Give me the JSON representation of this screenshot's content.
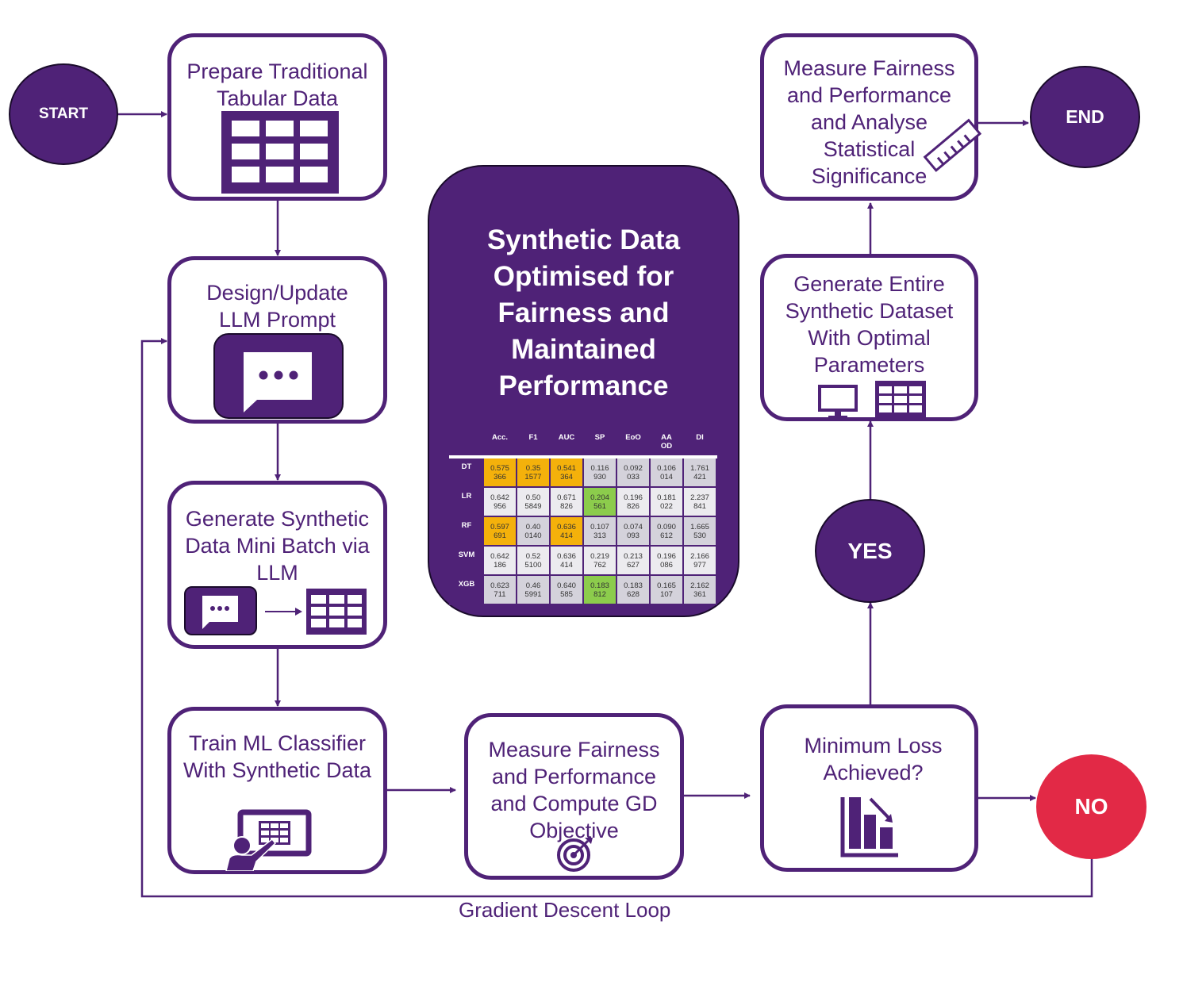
{
  "colors": {
    "primary": "#4f2277",
    "no": "#e22946",
    "highlight_orange": "#f4b10b",
    "highlight_green": "#8ccc4c"
  },
  "nodes": {
    "start": "START",
    "end": "END",
    "yes": "YES",
    "no": "NO",
    "prepare": "Prepare Traditional Tabular Data",
    "design_prompt": "Design/Update LLM Prompt",
    "generate_batch": "Generate Synthetic Data Mini Batch via LLM",
    "train": "Train ML Classifier With Synthetic Data",
    "measure_gd": "Measure Fairness and Performance and Compute GD Objective",
    "min_loss": "Minimum Loss Achieved?",
    "generate_entire": "Generate Entire Synthetic Dataset With Optimal Parameters",
    "measure_final": "Measure Fairness and Performance and Analyse Statistical Significance"
  },
  "icons": {
    "prepare": "table-icon",
    "design_prompt": "chat-bubble-icon",
    "generate_batch": [
      "chat-bubble-icon",
      "arrow-right-icon",
      "table-icon"
    ],
    "train": "presenter-table-icon",
    "measure_gd": "target-icon",
    "min_loss": "bar-chart-decrease-icon",
    "generate_entire": [
      "monitor-icon",
      "table-icon"
    ],
    "measure_final": "ruler-icon"
  },
  "loop_label": "Gradient Descent Loop",
  "center": {
    "title_lines": [
      "Synthetic Data",
      "Optimised for",
      "Fairness and",
      "Maintained",
      "Performance"
    ],
    "table": {
      "headers": [
        "",
        "Acc.",
        "F1",
        "AUC",
        "SP",
        "EoO",
        "AA OD",
        "DI"
      ],
      "rows": [
        {
          "model": "DT",
          "values": [
            "0.575366",
            "0.351577",
            "0.541364",
            "0.116930",
            "0.092033",
            "0.106014",
            "1.761421"
          ],
          "highlight": [
            "orange",
            "orange",
            "orange",
            "",
            "",
            "",
            ""
          ]
        },
        {
          "model": "LR",
          "values": [
            "0.642956",
            "0.505849",
            "0.671826",
            "0.204561",
            "0.196826",
            "0.181022",
            "2.237841"
          ],
          "highlight": [
            "",
            "",
            "",
            "green",
            "",
            "",
            ""
          ]
        },
        {
          "model": "RF",
          "values": [
            "0.597691",
            "0.400140",
            "0.636414",
            "0.107313",
            "0.074093",
            "0.090612",
            "1.665530"
          ],
          "highlight": [
            "orange",
            "",
            "orange",
            "",
            "",
            "",
            ""
          ]
        },
        {
          "model": "SVM",
          "values": [
            "0.642186",
            "0.525100",
            "0.636414",
            "0.219762",
            "0.213627",
            "0.196086",
            "2.166977"
          ],
          "highlight": [
            "",
            "",
            "",
            "",
            "",
            "",
            ""
          ]
        },
        {
          "model": "XGB",
          "values": [
            "0.623711",
            "0.465991",
            "0.640585",
            "0.183812",
            "0.183628",
            "0.165107",
            "2.162361"
          ],
          "highlight": [
            "",
            "",
            "",
            "green",
            "",
            "",
            ""
          ]
        }
      ],
      "display_split": {
        "DT": [
          [
            "0.575",
            "366"
          ],
          [
            "0.35",
            "1577"
          ],
          [
            "0.541",
            "364"
          ],
          [
            "0.116",
            "930"
          ],
          [
            "0.092",
            "033"
          ],
          [
            "0.106",
            "014"
          ],
          [
            "1.761",
            "421"
          ]
        ],
        "LR": [
          [
            "0.642",
            "956"
          ],
          [
            "0.50",
            "5849"
          ],
          [
            "0.671",
            "826"
          ],
          [
            "0.204",
            "561"
          ],
          [
            "0.196",
            "826"
          ],
          [
            "0.181",
            "022"
          ],
          [
            "2.237",
            "841"
          ]
        ],
        "RF": [
          [
            "0.597",
            "691"
          ],
          [
            "0.40",
            "0140"
          ],
          [
            "0.636",
            "414"
          ],
          [
            "0.107",
            "313"
          ],
          [
            "0.074",
            "093"
          ],
          [
            "0.090",
            "612"
          ],
          [
            "1.665",
            "530"
          ]
        ],
        "SVM": [
          [
            "0.642",
            "186"
          ],
          [
            "0.52",
            "5100"
          ],
          [
            "0.636",
            "414"
          ],
          [
            "0.219",
            "762"
          ],
          [
            "0.213",
            "627"
          ],
          [
            "0.196",
            "086"
          ],
          [
            "2.166",
            "977"
          ]
        ],
        "XGB": [
          [
            "0.623",
            "711"
          ],
          [
            "0.46",
            "5991"
          ],
          [
            "0.640",
            "585"
          ],
          [
            "0.183",
            "812"
          ],
          [
            "0.183",
            "628"
          ],
          [
            "0.165",
            "107"
          ],
          [
            "2.162",
            "361"
          ]
        ]
      },
      "header_split": {
        "AA OD": [
          "AA",
          "OD"
        ]
      }
    }
  }
}
